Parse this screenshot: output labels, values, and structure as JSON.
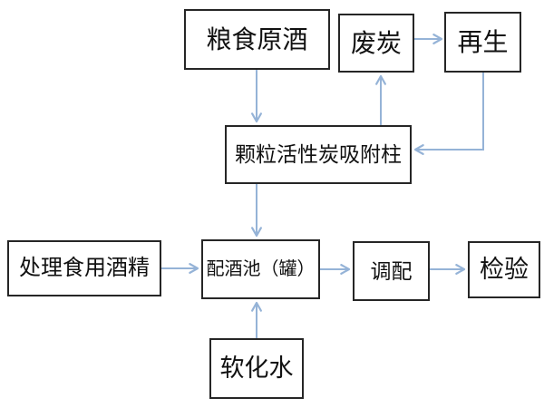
{
  "diagram": {
    "type": "flowchart",
    "background_color": "#ffffff",
    "box_border_color": "#262626",
    "box_fill_color": "#ffffff",
    "arrow_color": "#95b3d7",
    "nodes": [
      {
        "id": "grain-liquor",
        "label": "粮食原酒"
      },
      {
        "id": "waste-carbon",
        "label": "废炭"
      },
      {
        "id": "regeneration",
        "label": "再生"
      },
      {
        "id": "carbon-column",
        "label": "颗粒活性炭吸附柱"
      },
      {
        "id": "treated-alcohol",
        "label": "处理食用酒精"
      },
      {
        "id": "blending-tank",
        "label": "配酒池（罐）"
      },
      {
        "id": "blending",
        "label": "调配"
      },
      {
        "id": "inspection",
        "label": "检验"
      },
      {
        "id": "softened-water",
        "label": "软化水"
      }
    ],
    "edges": [
      {
        "from": "粮食原酒",
        "to": "颗粒活性炭吸附柱",
        "direction": "down"
      },
      {
        "from": "颗粒活性炭吸附柱",
        "to": "废炭",
        "direction": "up"
      },
      {
        "from": "废炭",
        "to": "再生",
        "direction": "right"
      },
      {
        "from": "再生",
        "to": "颗粒活性炭吸附柱",
        "direction": "down-then-left"
      },
      {
        "from": "颗粒活性炭吸附柱",
        "to": "配酒池（罐）",
        "direction": "down"
      },
      {
        "from": "处理食用酒精",
        "to": "配酒池（罐）",
        "direction": "right"
      },
      {
        "from": "软化水",
        "to": "配酒池（罐）",
        "direction": "up"
      },
      {
        "from": "配酒池（罐）",
        "to": "调配",
        "direction": "right"
      },
      {
        "from": "调配",
        "to": "检验",
        "direction": "right"
      }
    ]
  }
}
